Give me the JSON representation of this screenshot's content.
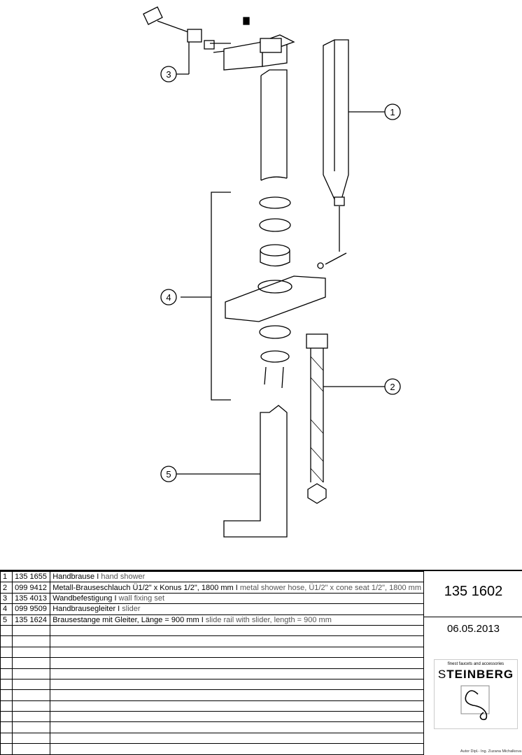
{
  "callouts": [
    "1",
    "2",
    "3",
    "4",
    "5"
  ],
  "parts": [
    {
      "pos": "1",
      "code": "135 1655",
      "de": "Handbrause I",
      "en": "hand shower"
    },
    {
      "pos": "2",
      "code": "099 9412",
      "de": "Metall-Brauseschlauch Ü1/2\" x Konus 1/2\", 1800 mm I",
      "en": "metal shower hose, Ü1/2\" x cone seat 1/2\", 1800 mm"
    },
    {
      "pos": "3",
      "code": "135 4013",
      "de": "Wandbefestigung  I",
      "en": "wall fixing set"
    },
    {
      "pos": "4",
      "code": "099 9509",
      "de": "Handbrausegleiter I",
      "en": "slider"
    },
    {
      "pos": "5",
      "code": "135 1624",
      "de": "Brausestange mit Gleiter, Länge = 900 mm I",
      "en": "slide rail with slider, length = 900 mm"
    }
  ],
  "empty_rows": 12,
  "article_number": "135 1602",
  "date": "06.05.2013",
  "logo": {
    "tagline": "finest faucets and accessories",
    "brand_first": "S",
    "brand_rest": "TEINBERG"
  },
  "author": "Autor Dipl.- Ing. Zuzana Michalkova"
}
